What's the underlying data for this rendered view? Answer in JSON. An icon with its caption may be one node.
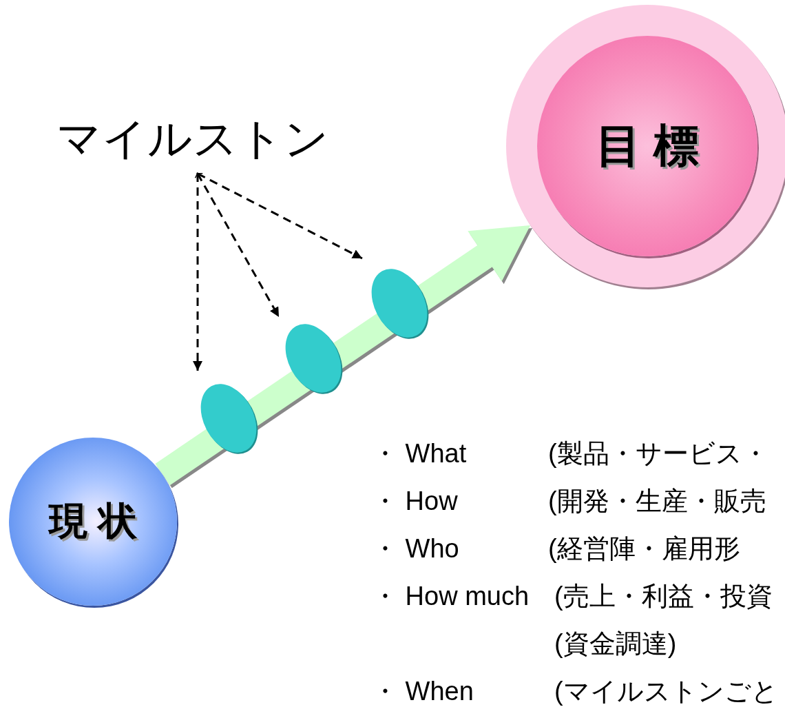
{
  "diagram": {
    "nodes": [
      {
        "text": [
          "現 状"
        ]
      },
      {
        "text": [
          "目 標"
        ]
      },
      {
        "text": [
          "マイルストン"
        ]
      },
      {
        "text": [],
        "shape": "ellipse"
      },
      {
        "text": [],
        "shape": "ellipse"
      },
      {
        "text": [],
        "shape": "ellipse"
      }
    ],
    "edges": [
      {
        "from": 0,
        "to": 1,
        "arrow": "to",
        "style": "thick"
      },
      {
        "from": 2,
        "to": 3,
        "arrow": "both",
        "style": "dashed"
      },
      {
        "from": 2,
        "to": 4,
        "arrow": "both",
        "style": "dashed"
      },
      {
        "from": 2,
        "to": 5,
        "arrow": "both",
        "style": "dashed"
      }
    ],
    "labels": [
      "・ What",
      "(製品・サービス・",
      "・ How",
      "(開発・生産・販売",
      "・ Who",
      "(経営陣・雇用形",
      "・ How much",
      "(売上・利益・投資",
      "(資金調達)",
      "・ When",
      "(マイルストンごと"
    ]
  }
}
